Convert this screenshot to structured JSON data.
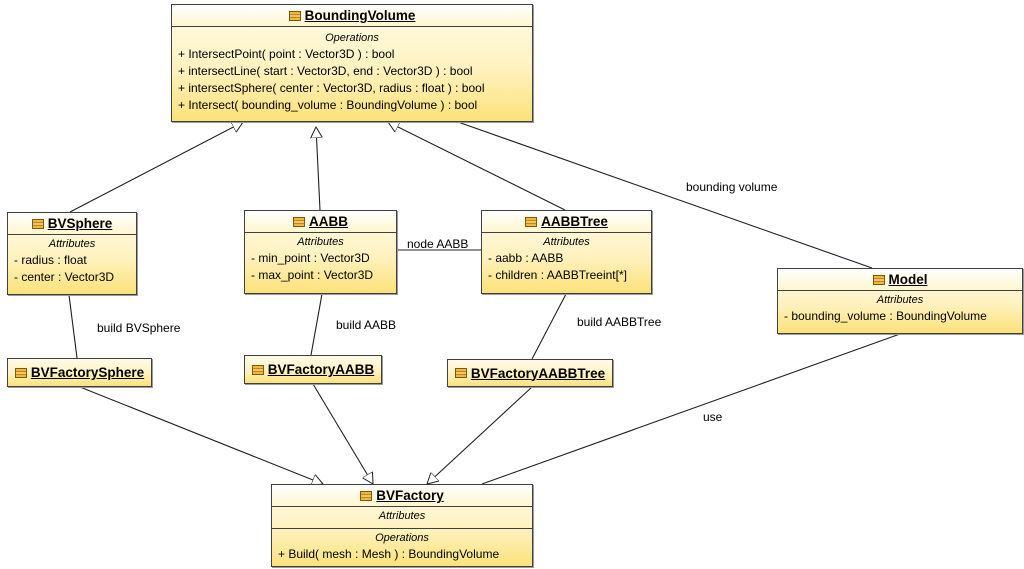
{
  "classes": {
    "bounding_volume": {
      "name": "BoundingVolume",
      "section": "Operations",
      "ops": [
        "+ IntersectPoint( point : Vector3D ) : bool",
        "+ intersectLine( start : Vector3D, end : Vector3D ) : bool",
        "+ intersectSphere( center : Vector3D, radius : float ) : bool",
        "+ Intersect( bounding_volume : BoundingVolume ) : bool"
      ]
    },
    "bvsphere": {
      "name": "BVSphere",
      "section": "Attributes",
      "attrs": [
        "- radius : float",
        "- center : Vector3D"
      ]
    },
    "aabb": {
      "name": "AABB",
      "section": "Attributes",
      "attrs": [
        "- min_point : Vector3D",
        "- max_point : Vector3D"
      ]
    },
    "aabbtree": {
      "name": "AABBTree",
      "section": "Attributes",
      "attrs": [
        "- aabb : AABB",
        "- children : AABBTreeint[*]"
      ]
    },
    "model": {
      "name": "Model",
      "section": "Attributes",
      "attrs": [
        "- bounding_volume : BoundingVolume"
      ]
    },
    "bvfactory_sphere": {
      "name": "BVFactorySphere"
    },
    "bvfactory_aabb": {
      "name": "BVFactoryAABB"
    },
    "bvfactory_aabbtree": {
      "name": "BVFactoryAABBTree"
    },
    "bvfactory": {
      "name": "BVFactory",
      "attr_section": "Attributes",
      "op_section": "Operations",
      "ops": [
        "+ Build( mesh : Mesh ) : BoundingVolume"
      ]
    }
  },
  "labels": {
    "bounding_volume": "bounding volume",
    "node_aabb": "node AABB",
    "build_bvsphere": "build BVSphere",
    "build_aabb": "build AABB",
    "build_aabbtree": "build AABBTree",
    "use": "use"
  },
  "colors": {
    "line": "#202020",
    "border": "#404040",
    "fill_top": "#fffbe9",
    "fill_bottom": "#fbe27a"
  }
}
